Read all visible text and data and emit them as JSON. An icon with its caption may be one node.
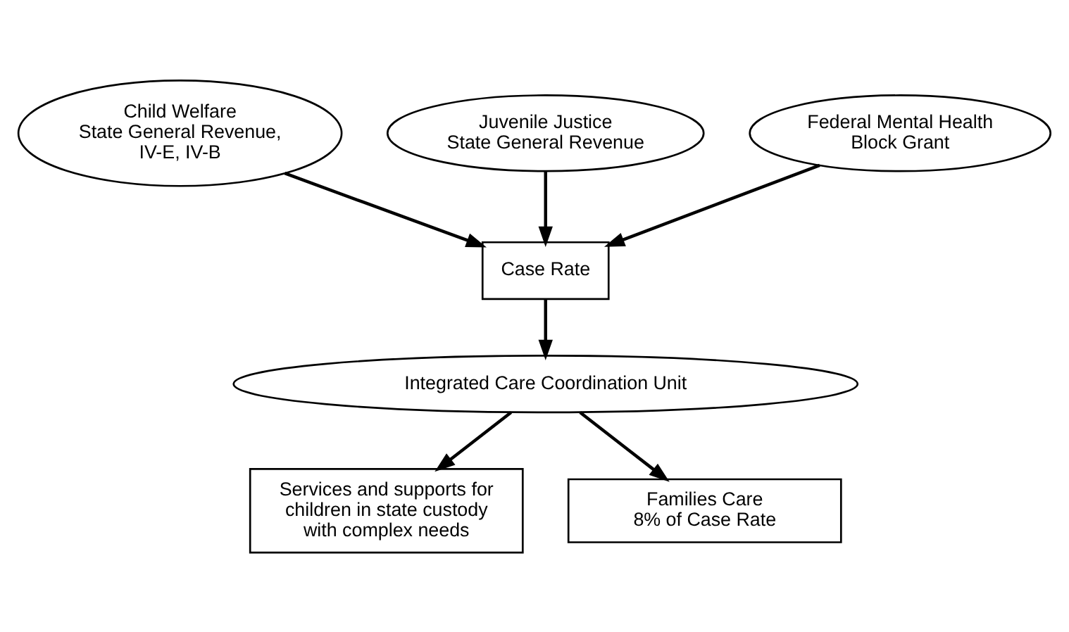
{
  "diagram": {
    "nodes": [
      {
        "text": [
          "Child Welfare",
          "State General Revenue, IV-E, IV-B"
        ]
      },
      {
        "text": [
          "Juvenile Justice",
          "State General Revenue"
        ]
      },
      {
        "text": [
          "Federal Mental Health Block Grant"
        ]
      },
      {
        "text": [
          "Case Rate"
        ]
      },
      {
        "text": [
          "Integrated Care Coordination Unit"
        ]
      },
      {
        "text": [
          "Services and supports for children in state custody with complex needs"
        ]
      },
      {
        "text": [
          "Families Care",
          "8% of Case Rate"
        ]
      }
    ],
    "edges": [
      {
        "from": 0,
        "to": 3,
        "arrow": "to"
      },
      {
        "from": 1,
        "to": 3,
        "arrow": "to"
      },
      {
        "from": 2,
        "to": 3,
        "arrow": "to"
      },
      {
        "from": 3,
        "to": 4,
        "arrow": "to"
      },
      {
        "from": 4,
        "to": 5,
        "arrow": "to"
      },
      {
        "from": 4,
        "to": 6,
        "arrow": "to"
      }
    ]
  }
}
